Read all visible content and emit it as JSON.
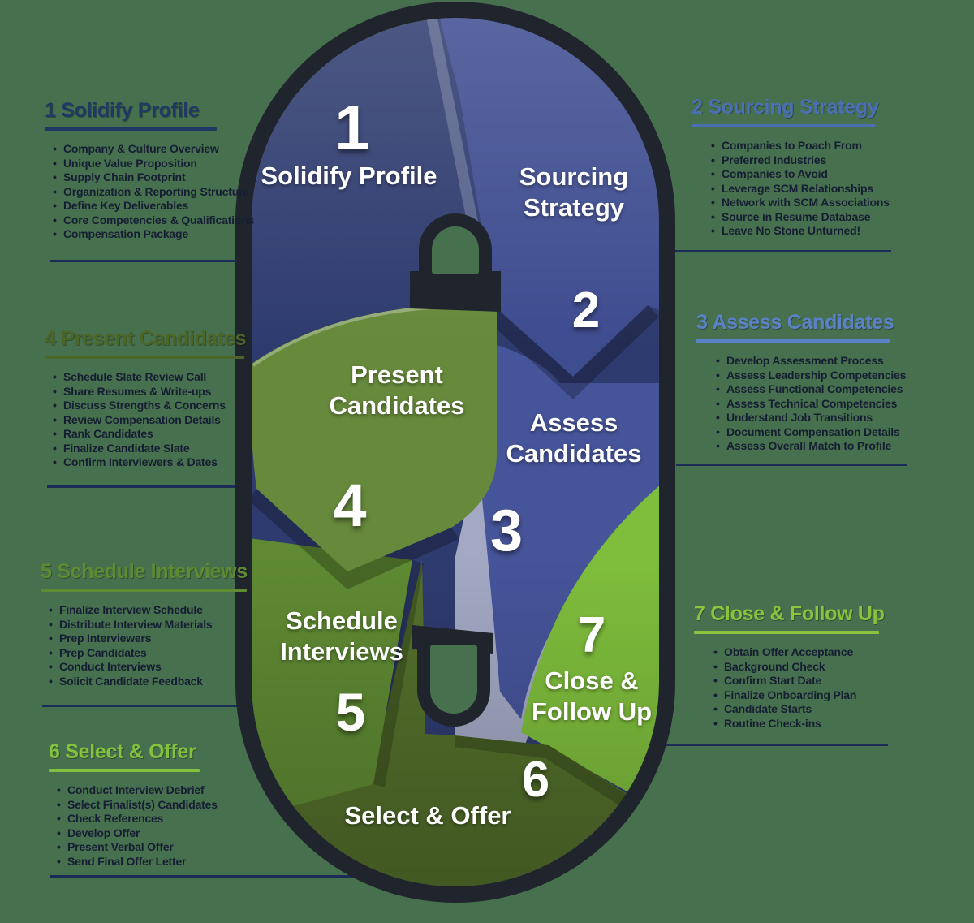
{
  "colors": {
    "background": "#47704E",
    "outline": "#20242C",
    "leader_line": "#1B2C57",
    "bullet_text": "#161E33",
    "label_text": "#FFFFFF",
    "link_back": "#A3A9C4"
  },
  "diagram": {
    "segments": [
      {
        "num": "1",
        "label": "Solidify Profile",
        "color": "#2E3B6E"
      },
      {
        "num": "2",
        "label": "Sourcing Strategy",
        "color": "#3E4C90"
      },
      {
        "num": "3",
        "label": "Assess Candidates",
        "color": "#46549A"
      },
      {
        "num": "4",
        "label": "Present Candidates",
        "color": "#66893B"
      },
      {
        "num": "5",
        "label": "Schedule Interviews",
        "color": "#5F8A33"
      },
      {
        "num": "6",
        "label": "Select & Offer",
        "color": "#53702B"
      },
      {
        "num": "7",
        "label": "Close & Follow Up",
        "color": "#7FBE3C"
      }
    ]
  },
  "callouts": [
    {
      "title": "1 Solidify Profile",
      "color": "#203864",
      "items": [
        "Company & Culture Overview",
        "Unique Value Proposition",
        "Supply Chain Footprint",
        "Organization & Reporting Structure",
        "Define Key Deliverables",
        "Core Competencies & Qualifications",
        "Compensation Package"
      ]
    },
    {
      "title": "2 Sourcing Strategy",
      "color": "#4A6FB2",
      "items": [
        "Companies to Poach From",
        "Preferred Industries",
        "Companies to Avoid",
        "Leverage SCM Relationships",
        "Network with SCM Associations",
        "Source in Resume Database",
        "Leave No Stone Unturned!"
      ]
    },
    {
      "title": "3 Assess Candidates",
      "color": "#5B82C8",
      "items": [
        "Develop Assessment Process",
        "Assess Leadership Competencies",
        "Assess Functional Competencies",
        "Assess Technical Competencies",
        "Understand Job Transitions",
        "Document Compensation Details",
        "Assess Overall Match to Profile"
      ]
    },
    {
      "title": "4 Present Candidates",
      "color": "#4C6628",
      "items": [
        "Schedule Slate Review Call",
        "Share Resumes & Write-ups",
        "Discuss Strengths & Concerns",
        "Review Compensation Details",
        "Rank Candidates",
        "Finalize Candidate Slate",
        "Confirm Interviewers & Dates"
      ]
    },
    {
      "title": "5 Schedule Interviews",
      "color": "#5E8A32",
      "items": [
        "Finalize Interview Schedule",
        "Distribute Interview Materials",
        "Prep Interviewers",
        "Prep Candidates",
        "Conduct Interviews",
        "Solicit Candidate Feedback"
      ]
    },
    {
      "title": "6 Select & Offer",
      "color": "#82C23D",
      "items": [
        "Conduct Interview Debrief",
        "Select Finalist(s) Candidates",
        "Check References",
        "Develop Offer",
        "Present Verbal Offer",
        "Send Final Offer Letter"
      ]
    },
    {
      "title": "7 Close & Follow Up",
      "color": "#8AC43E",
      "items": [
        "Obtain Offer Acceptance",
        "Background Check",
        "Confirm Start Date",
        "Finalize Onboarding Plan",
        "Candidate Starts",
        "Routine Check-ins"
      ]
    }
  ]
}
